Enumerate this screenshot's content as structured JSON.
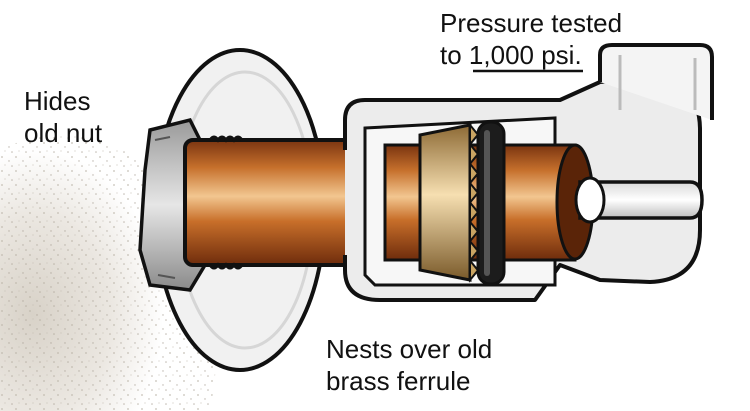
{
  "labels": {
    "pressure_line1": "Pressure tested",
    "pressure_line2_prefix": "to ",
    "pressure_value": "1,000 psi.",
    "hides_line1": "Hides",
    "hides_line2": "old nut",
    "nests_line1": "Nests over old",
    "nests_line2": "brass ferrule"
  },
  "colors": {
    "copper_dark": "#8a3f10",
    "copper_mid": "#c9722e",
    "copper_light": "#f0c08a",
    "brass": "#d9b577",
    "escutcheon": "#f1f1f1",
    "valve_body": "#ececec",
    "wall_speckle": "#cfc9bf",
    "ink": "#111111"
  }
}
